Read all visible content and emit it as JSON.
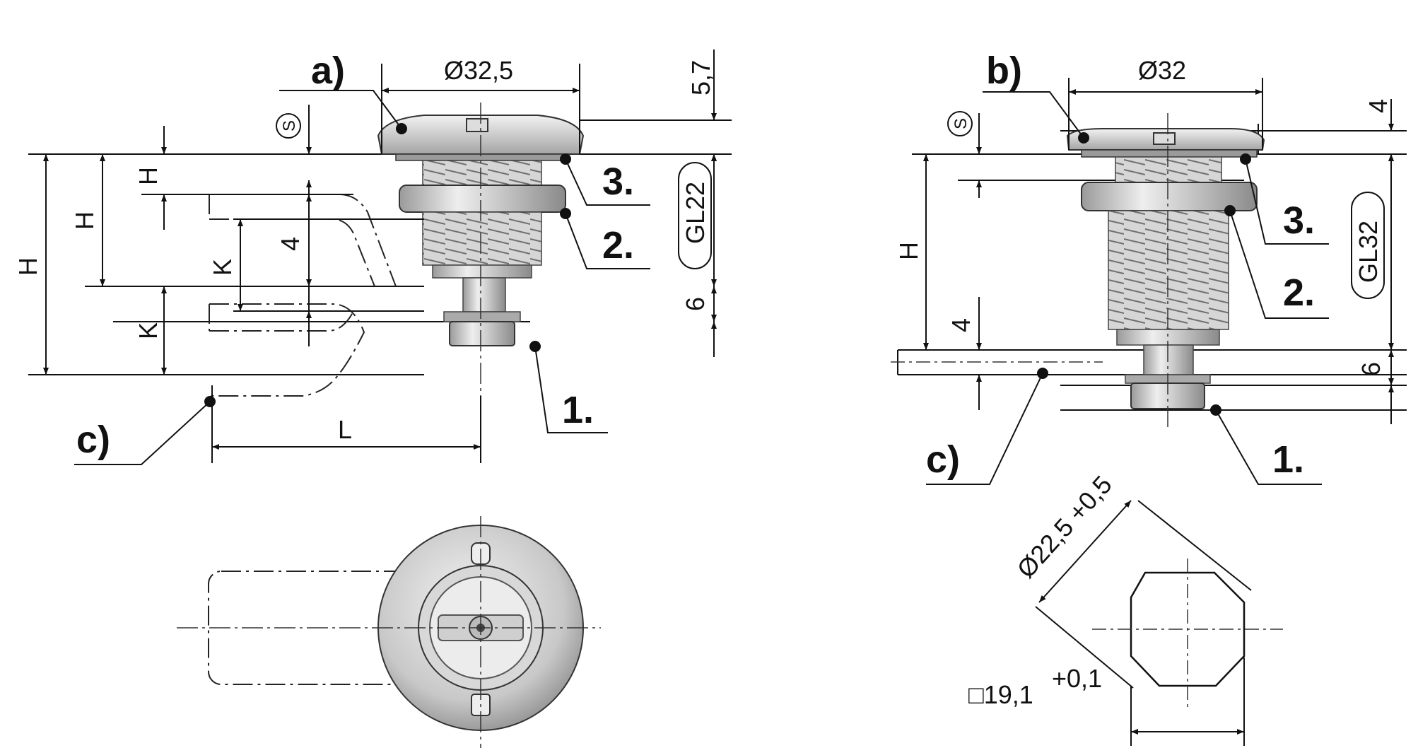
{
  "view_a": {
    "label": "a)",
    "dia_top": "Ø32,5",
    "dim_57": "5,7",
    "s_mark": "S",
    "h_short": "H",
    "h_mid": "H",
    "h_long": "H",
    "four": "4",
    "k_inner": "K",
    "k_outer": "K",
    "six": "6",
    "gl": "GL22",
    "c_label": "c)",
    "l_label": "L",
    "callout_1": "1.",
    "callout_2": "2.",
    "callout_3": "3."
  },
  "view_b": {
    "label": "b)",
    "dia_top": "Ø32",
    "four_top": "4",
    "s_mark": "S",
    "h": "H",
    "four": "4",
    "six": "6",
    "gl": "GL32",
    "c_label": "c)",
    "callout_1": "1.",
    "callout_2": "2.",
    "callout_3": "3."
  },
  "cutout": {
    "diameter": "Ø22,5 +0,5",
    "square_base": "□19,1",
    "square_tol": "+0,1"
  }
}
